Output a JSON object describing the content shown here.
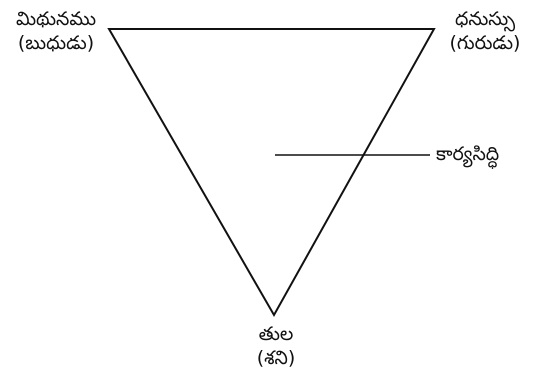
{
  "diagram": {
    "vertices": {
      "top_left": {
        "name": "మిథునము",
        "ruler": "(బుధుడు)"
      },
      "top_right": {
        "name": "ధనుస్సు",
        "ruler": "(గురుడు)"
      },
      "bottom": {
        "name": "తుల",
        "ruler": "(శని)"
      }
    },
    "callout": {
      "label": "కార్యసిద్ధి"
    },
    "colors": {
      "line": "#111111",
      "background": "#ffffff"
    }
  }
}
